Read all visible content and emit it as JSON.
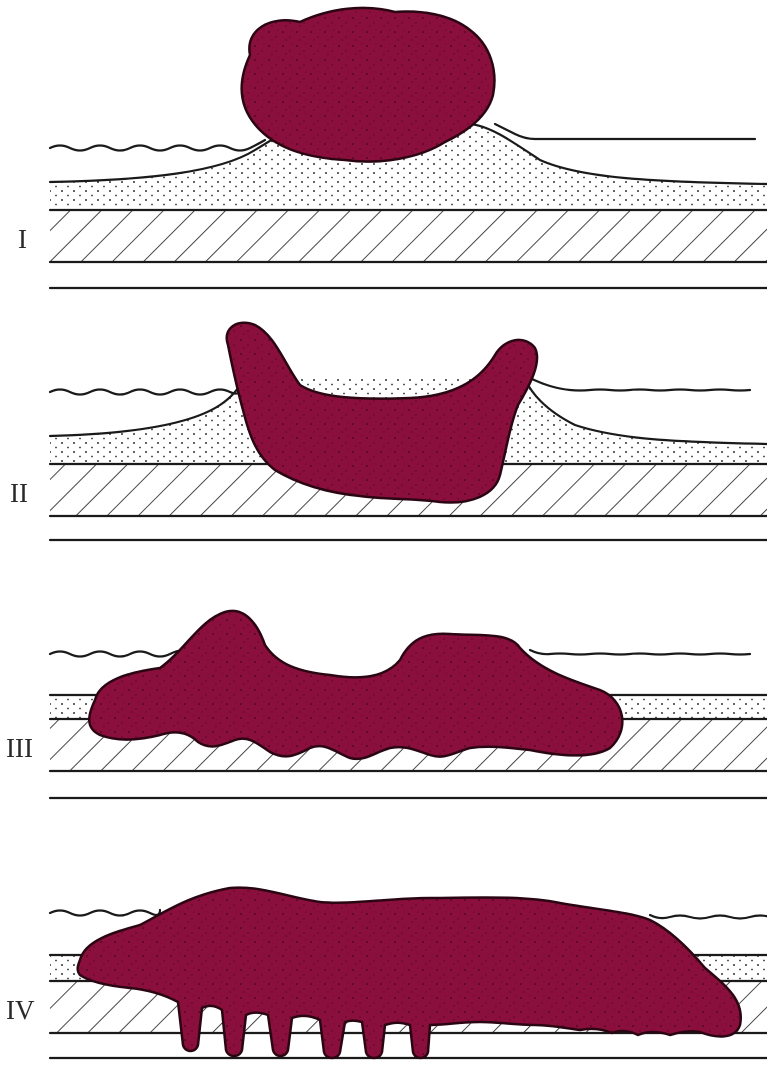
{
  "figure": {
    "stages": [
      {
        "label": "I"
      },
      {
        "label": "II"
      },
      {
        "label": "III"
      },
      {
        "label": "IV"
      }
    ],
    "colors": {
      "tumor": "#8a0f3c",
      "tumor_dark": "#5e0a28",
      "ink": "#1a1a1a",
      "background": "#ffffff"
    }
  }
}
